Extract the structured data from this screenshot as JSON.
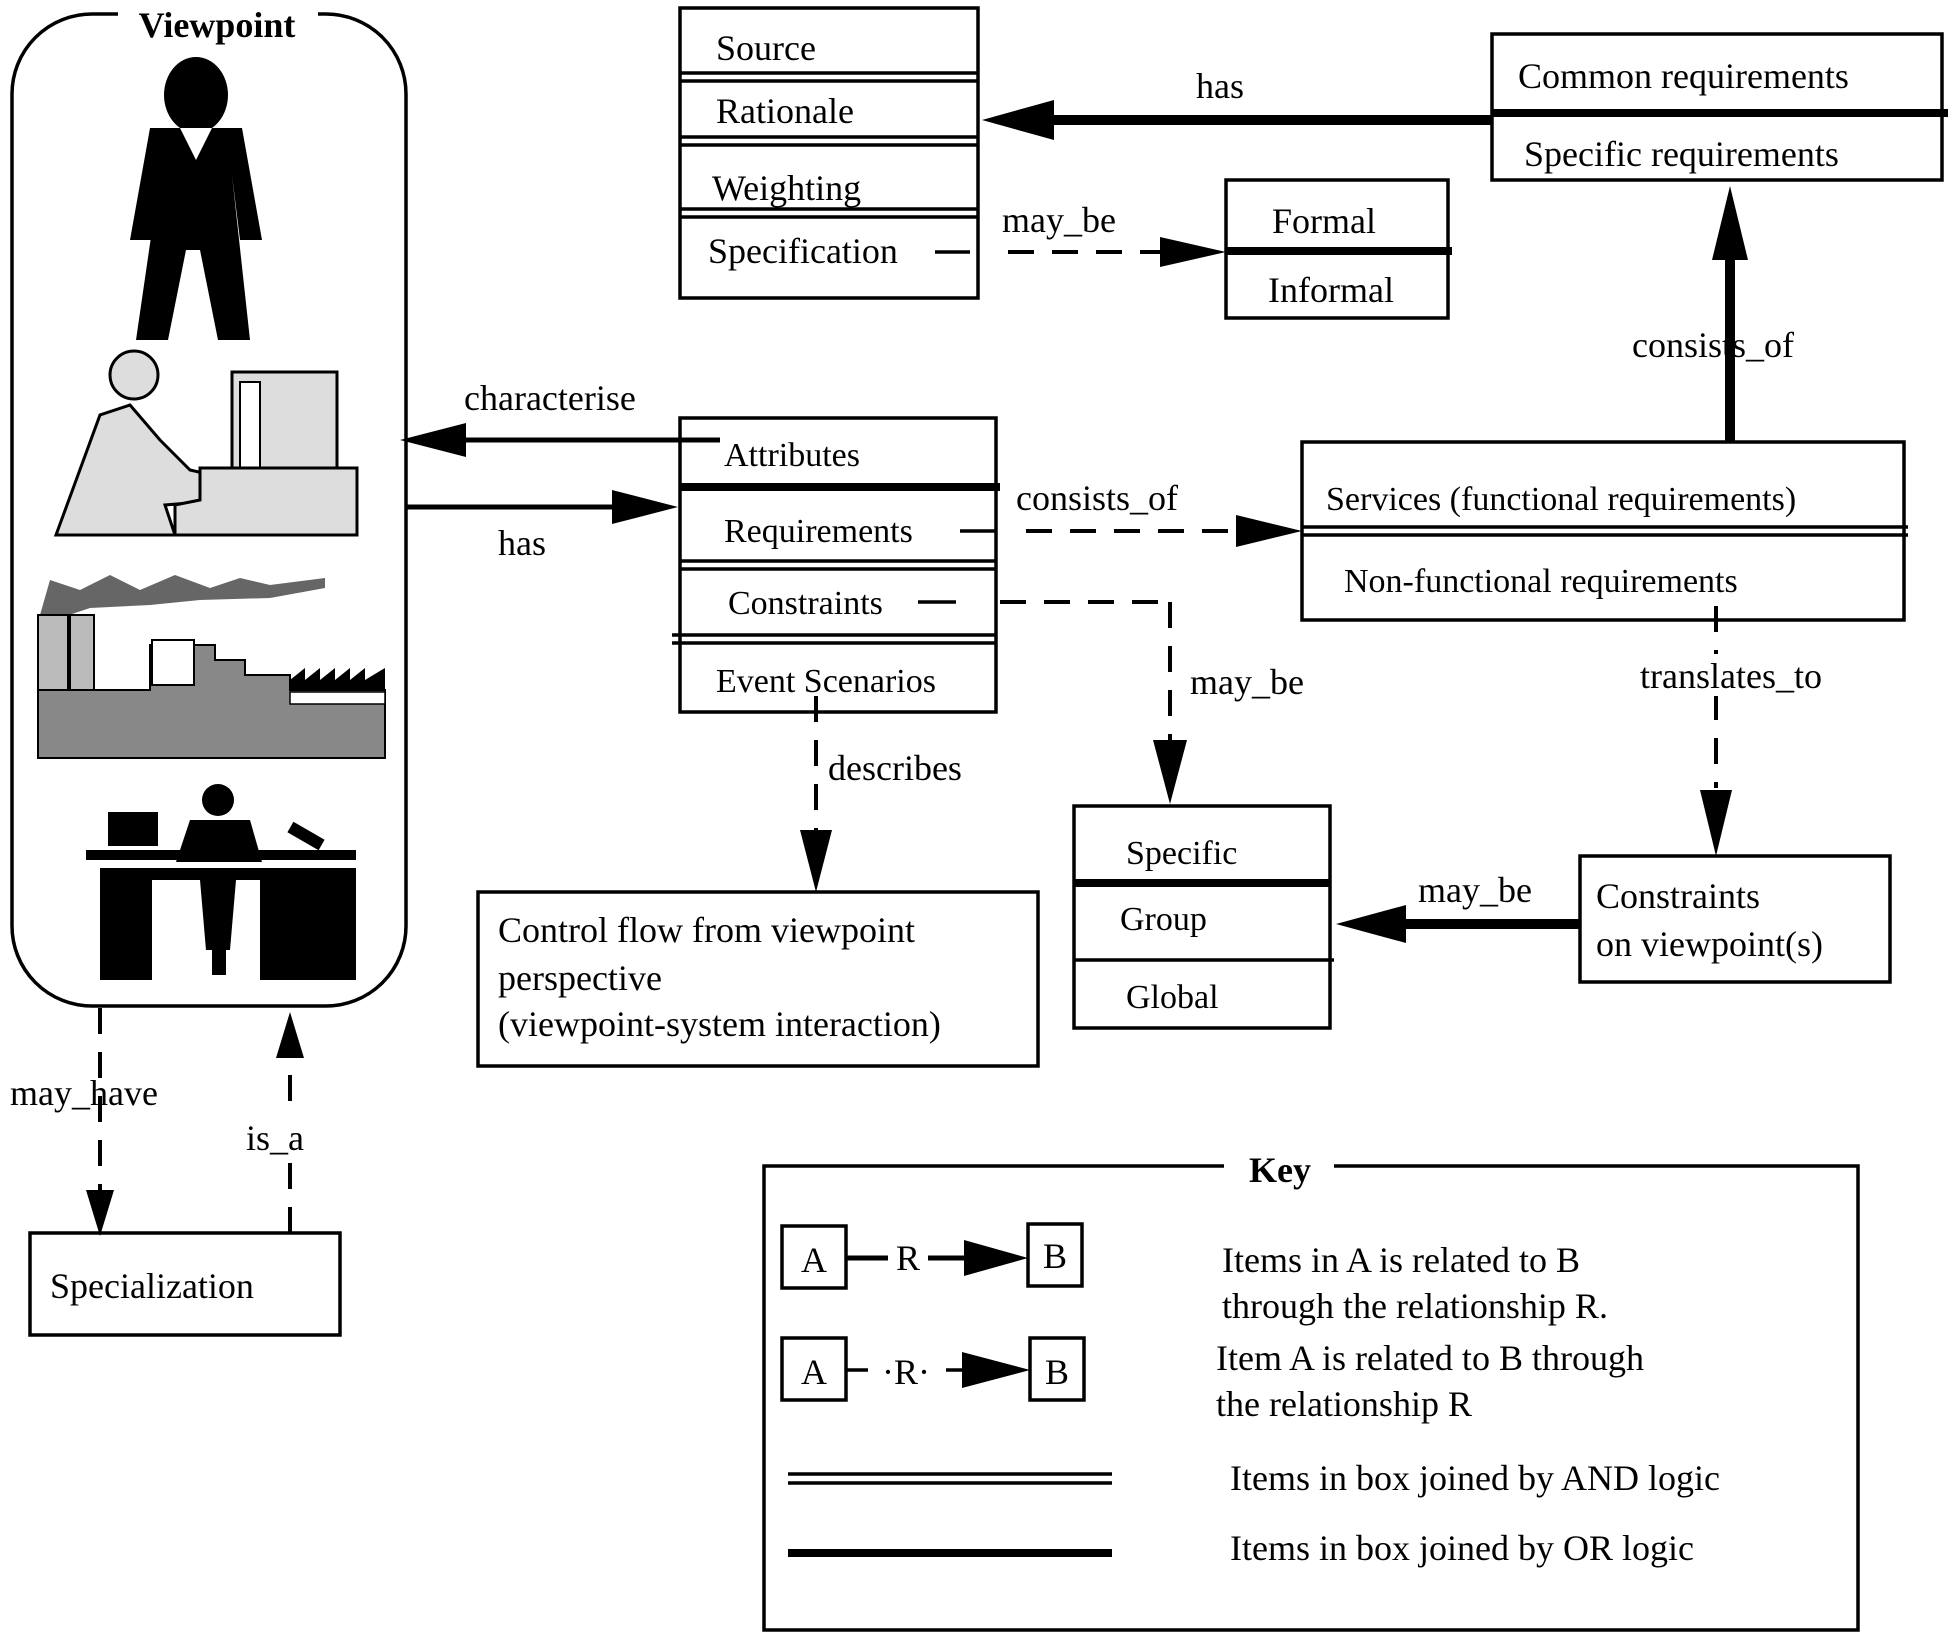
{
  "viewpoint": {
    "title": "Viewpoint",
    "icons": [
      "person-icon",
      "computer-user-icon",
      "factory-icon",
      "office-desk-icon"
    ]
  },
  "specialization": {
    "label": "Specialization"
  },
  "vp_attr_box": {
    "items": [
      "Source",
      "Rationale",
      "Weighting",
      "Specification"
    ]
  },
  "formal_box": {
    "items": [
      "Formal",
      "Informal"
    ]
  },
  "common_req_box": {
    "items": [
      "Common requirements",
      "Specific requirements"
    ]
  },
  "attributes_box": {
    "items": [
      "Attributes",
      "Requirements",
      "Constraints",
      "Event Scenarios"
    ]
  },
  "services_box": {
    "items": [
      "Services (functional requirements)",
      "Non-functional requirements"
    ]
  },
  "scope_box": {
    "items": [
      "Specific",
      "Group",
      "Global"
    ]
  },
  "constraints_vp_box": {
    "lines": [
      "Constraints",
      "on viewpoint(s)"
    ]
  },
  "control_flow_box": {
    "lines": [
      "Control flow from viewpoint",
      "perspective",
      "(viewpoint-system interaction)"
    ]
  },
  "relations": {
    "has_top": "has",
    "may_be_spec": "may_be",
    "characterise": "characterise",
    "has_vp": "has",
    "consists_of_req": "consists_of",
    "consists_of_services": "consists_of",
    "may_be_constraints": "may_be",
    "translates_to": "translates_to",
    "may_be_scope": "may_be",
    "describes": "describes",
    "may_have": "may_have",
    "is_a": "is_a"
  },
  "key": {
    "title": "Key",
    "box_a": "A",
    "box_b": "B",
    "rel_r": "R",
    "rel_r_dashed": "·R·",
    "row1": [
      "Items in A is related to B",
      "through the relationship R."
    ],
    "row2": [
      "Item A is related to B through",
      "the relationship R"
    ],
    "row3": "Items  in box joined by AND logic",
    "row4": "Items in box joined by OR logic"
  }
}
